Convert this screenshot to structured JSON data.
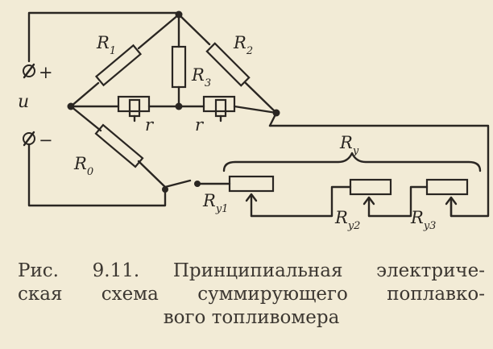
{
  "figure": {
    "labels": {
      "r1": {
        "main": "R",
        "sub": "1"
      },
      "r2": {
        "main": "R",
        "sub": "2"
      },
      "r3": {
        "main": "R",
        "sub": "3"
      },
      "r0": {
        "main": "R",
        "sub": "0"
      },
      "r_left": "r",
      "r_right": "r",
      "ry_group": {
        "main": "R",
        "sub": "y"
      },
      "ry1": {
        "main": "R",
        "sub": "y1"
      },
      "ry2": {
        "main": "R",
        "sub": "y2"
      },
      "ry3": {
        "main": "R",
        "sub": "y3"
      },
      "u": "u",
      "plus": "+",
      "minus": "−"
    }
  },
  "caption": {
    "lines": [
      "Рис. 9.11. Принципиальная электриче-",
      "ская схема суммирующего поплавко-",
      "вого топливомера"
    ]
  }
}
